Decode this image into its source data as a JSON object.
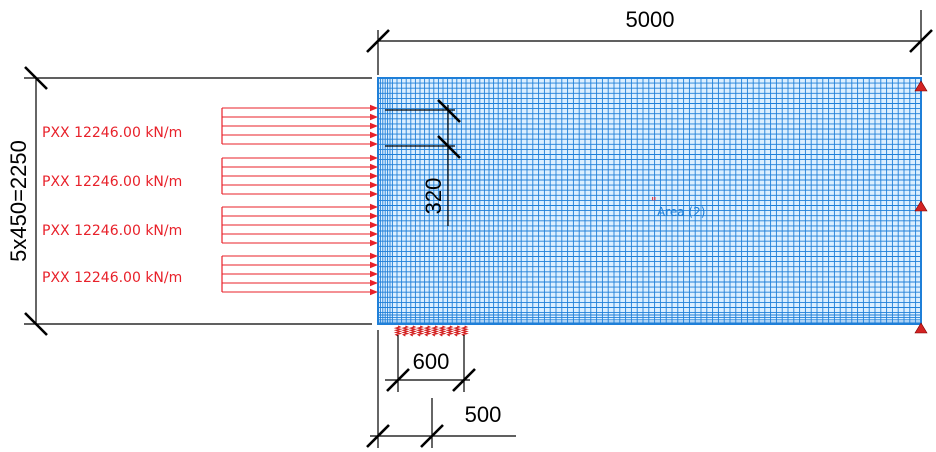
{
  "dimensions": {
    "top_width": "5000",
    "left_height": "5x450=2250",
    "vertical_320": "320",
    "support_600": "600",
    "offset_500": "500"
  },
  "loads": [
    {
      "label": "PXX 12246.00 kN/m"
    },
    {
      "label": "PXX 12246.00 kN/m"
    },
    {
      "label": "PXX 12246.00 kN/m"
    },
    {
      "label": "PXX 12246.00 kN/m"
    }
  ],
  "mesh": {
    "area_label": "Area (2)"
  },
  "colors": {
    "mesh": "#1f7fd8",
    "mesh_fill": "#dcefff",
    "load": "#e8212a",
    "dimension": "#000000",
    "support": "#d42222"
  }
}
